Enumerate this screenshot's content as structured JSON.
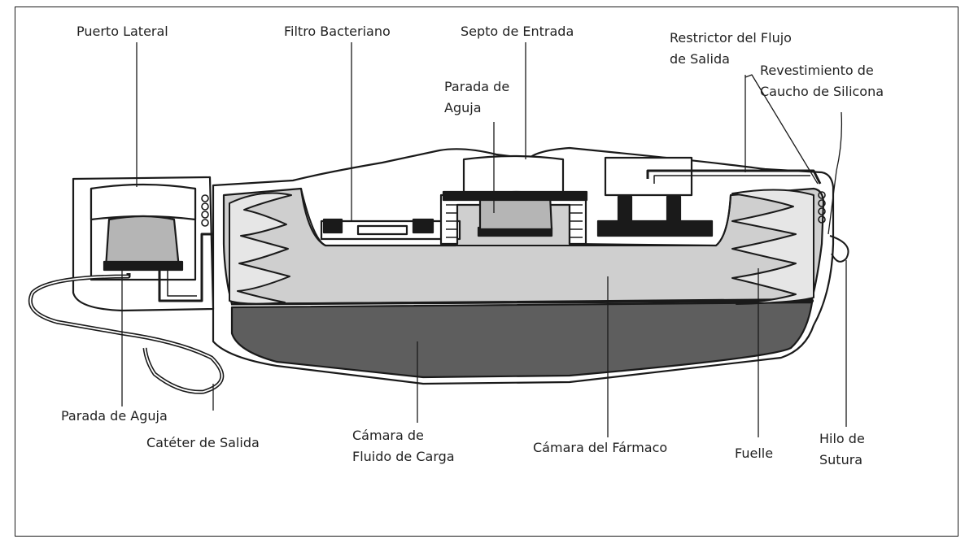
{
  "labels": {
    "puerto_lateral": "Puerto Lateral",
    "filtro_bacteriano": "Filtro Bacteriano",
    "septo_entrada": "Septo de Entrada",
    "parada_aguja_top": [
      "Parada de",
      "Aguja"
    ],
    "restrictor_flujo": [
      "Restrictor del Flujo",
      "de Salida"
    ],
    "revestimiento": [
      "Revestimiento de",
      "Caucho de Silicona"
    ],
    "parada_aguja_bottom": "Parada de Aguja",
    "cateter_salida": "Catéter de Salida",
    "camara_fluido": [
      "Cámara de",
      "Fluido de Carga"
    ],
    "camara_farmaco": "Cámara del Fármaco",
    "fuelle": "Fuelle",
    "hilo_sutura": [
      "Hilo de",
      "Sutura"
    ]
  },
  "colors": {
    "ink": "#1a1a1a",
    "drug_chamber": "#cfcfcf",
    "propellant_chamber": "#5e5e5e",
    "septum": "#b5b5b5",
    "housing": "#ffffff"
  }
}
